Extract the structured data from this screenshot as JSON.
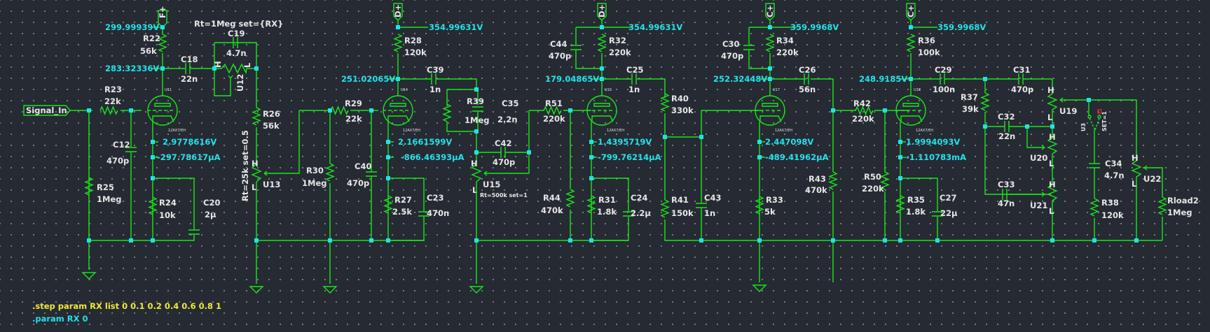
{
  "app": {
    "name": "LTspice schematic",
    "colors": {
      "background": "#262a33",
      "wire": "#17e81a",
      "node": "#1fe2e8",
      "label": "#e6e6e6",
      "voltage": "#23e2ea",
      "directive": "#f0ea3a"
    }
  },
  "ports": [
    {
      "id": "signal_in",
      "label": "Signal_In"
    },
    {
      "id": "f_plus",
      "label": "F+"
    },
    {
      "id": "d_plus_1",
      "label": "D+"
    },
    {
      "id": "d_plus_2",
      "label": "D+"
    },
    {
      "id": "c_plus_1",
      "label": "C+"
    },
    {
      "id": "c_plus_2",
      "label": "C+"
    }
  ],
  "components": {
    "R22": {
      "name": "R22",
      "value": "56k"
    },
    "R23": {
      "name": "R23",
      "value": "22k"
    },
    "R24": {
      "name": "R24",
      "value": "10k"
    },
    "R25": {
      "name": "R25",
      "value": "1Meg"
    },
    "R26": {
      "name": "R26",
      "value": "56k"
    },
    "R27": {
      "name": "R27",
      "value": "2.5k"
    },
    "R28": {
      "name": "R28",
      "value": "120k"
    },
    "R29": {
      "name": "R29",
      "value": "22k"
    },
    "R30": {
      "name": "R30",
      "value": "1Meg"
    },
    "R31": {
      "name": "R31",
      "value": "1.8k"
    },
    "R32": {
      "name": "R32",
      "value": "220k"
    },
    "R33": {
      "name": "R33",
      "value": "5k"
    },
    "R34": {
      "name": "R34",
      "value": "220k"
    },
    "R35": {
      "name": "R35",
      "value": "1.8k"
    },
    "R36": {
      "name": "R36",
      "value": "100k"
    },
    "R37": {
      "name": "R37",
      "value": "39k"
    },
    "R38": {
      "name": "R38",
      "value": "120k"
    },
    "R39": {
      "name": "R39",
      "value": "1Meg"
    },
    "R40": {
      "name": "R40",
      "value": "330k"
    },
    "R41": {
      "name": "R41",
      "value": "150k"
    },
    "R42": {
      "name": "R42",
      "value": "220k"
    },
    "R43": {
      "name": "R43",
      "value": "470k"
    },
    "R44": {
      "name": "R44",
      "value": "470k"
    },
    "R50": {
      "name": "R50",
      "value": "220k"
    },
    "R51": {
      "name": "R51",
      "value": "220k"
    },
    "Rload2": {
      "name": "Rload2",
      "value": "1Meg"
    },
    "C12": {
      "name": "C12",
      "value": "470p"
    },
    "C18": {
      "name": "C18",
      "value": "22n"
    },
    "C19": {
      "name": "C19",
      "value": "4.7n"
    },
    "C20": {
      "name": "C20",
      "value": "2µ"
    },
    "C23": {
      "name": "C23",
      "value": "470n"
    },
    "C24": {
      "name": "C24",
      "value": "2.2µ"
    },
    "C25": {
      "name": "C25",
      "value": "1n"
    },
    "C26": {
      "name": "C26",
      "value": "56n"
    },
    "C27": {
      "name": "C27",
      "value": "22µ"
    },
    "C29": {
      "name": "C29",
      "value": "100n"
    },
    "C30": {
      "name": "C30",
      "value": "470p"
    },
    "C31": {
      "name": "C31",
      "value": "470p"
    },
    "C32": {
      "name": "C32",
      "value": "22n"
    },
    "C33": {
      "name": "C33",
      "value": "47n"
    },
    "C34": {
      "name": "C34",
      "value": "4.7n"
    },
    "C35": {
      "name": "C35",
      "value": "2.2n"
    },
    "C39": {
      "name": "C39",
      "value": "1n"
    },
    "C40": {
      "name": "C40",
      "value": "470p"
    },
    "C42": {
      "name": "C42",
      "value": "470p"
    },
    "C43": {
      "name": "C43",
      "value": "1n"
    },
    "C44": {
      "name": "C44",
      "value": "470p"
    },
    "U12": {
      "name": "U12",
      "params": "Rt=1Meg set={RX}"
    },
    "U13": {
      "name": "U13",
      "params": "Rt=25k set=0.5"
    },
    "U15": {
      "name": "U15",
      "params": "Rt=500k set=1"
    },
    "U19": {
      "name": "U19"
    },
    "U20": {
      "name": "U20"
    },
    "U21": {
      "name": "U21"
    },
    "U22": {
      "name": "U22"
    },
    "U3": {
      "name": "U3",
      "params": "SET=1"
    },
    "tubes": [
      {
        "name": "U11",
        "model": "12AX7/EH"
      },
      {
        "name": "U14",
        "model": "12AX7/EH"
      },
      {
        "name": "U16",
        "model": "12AX7/EH"
      },
      {
        "name": "U17",
        "model": "12AX7/EH"
      },
      {
        "name": "U18",
        "model": "12AX7/EH"
      }
    ],
    "pot_pins": {
      "high": "H",
      "low": "L"
    }
  },
  "op_values": {
    "v_f_plus": "299.99939V",
    "v_plate1": "283.32336V",
    "v_cath1": "2.9778616V",
    "i_cath1": "-297.78617µA",
    "v_d_plus_1": "354.99631V",
    "v_plate2": "251.02065V",
    "v_cath2": "2.1661599V",
    "i_cath2": "-866.46393µA",
    "v_d_plus_2": "354.99631V",
    "v_plate3": "179.04865V",
    "v_cath3": "1.4395719V",
    "i_cath3": "-799.76214µA",
    "v_c_plus_1": "359.9968V",
    "v_plate4": "252.32448V",
    "v_cath4": "2.447098V",
    "i_cath4": "-489.41962µA",
    "v_c_plus_2": "359.9968V",
    "v_plate5": "248.9185V",
    "v_cath5": "1.9994093V",
    "i_cath5": "-1.110783mA"
  },
  "directives": {
    "step": ".step param RX list 0 0.1 0.2 0.4 0.6 0.8 1",
    "param": ".param RX 0"
  }
}
